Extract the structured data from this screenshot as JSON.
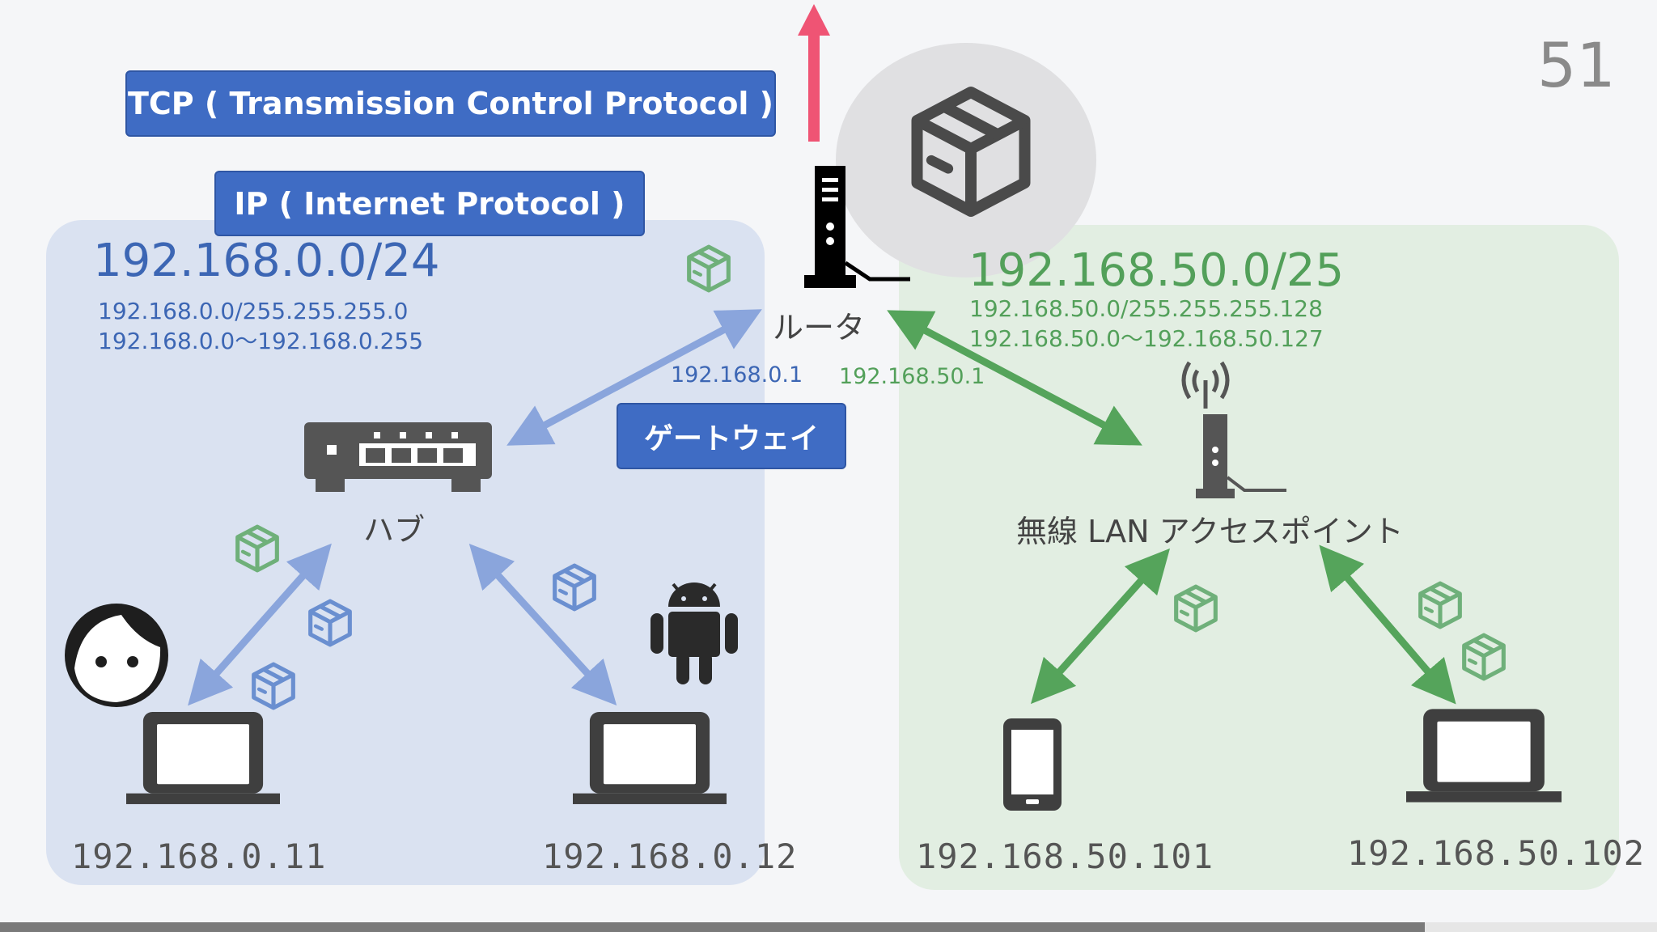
{
  "slide": {
    "page_number": "51",
    "progress": 0.86
  },
  "protocols": {
    "tcp_label": "TCP ( Transmission Control Protocol )",
    "ip_label": "IP ( Internet Protocol )"
  },
  "gateway": {
    "label": "ゲートウェイ"
  },
  "router": {
    "label": "ルータ",
    "ip_left": "192.168.0.1",
    "ip_right": "192.168.50.1"
  },
  "left_network": {
    "cidr": "192.168.0.0/24",
    "mask": "192.168.0.0/255.255.255.0",
    "range": "192.168.0.0～192.168.0.255",
    "hub_label": "ハブ",
    "hosts": [
      {
        "ip": "192.168.0.11",
        "device": "laptop",
        "user_icon": "person-face-icon"
      },
      {
        "ip": "192.168.0.12",
        "device": "laptop",
        "user_icon": "android-icon"
      }
    ]
  },
  "right_network": {
    "cidr": "192.168.50.0/25",
    "mask": "192.168.50.0/255.255.255.128",
    "range": "192.168.50.0～192.168.50.127",
    "ap_label": "無線 LAN アクセスポイント",
    "hosts": [
      {
        "ip": "192.168.50.101",
        "device": "smartphone"
      },
      {
        "ip": "192.168.50.102",
        "device": "laptop"
      }
    ]
  },
  "colors": {
    "left_bg": "#dae2f1",
    "right_bg": "#e2eee2",
    "blue_accent": "#3c66b4",
    "green_accent": "#53a05a",
    "blue_arrow": "#8aa5dc",
    "green_arrow": "#55a45b",
    "up_arrow": "#ef5474",
    "tag_bg": "#3f6cc4"
  },
  "icons": [
    "package-icon",
    "router-icon",
    "hub-icon",
    "wireless-ap-icon",
    "laptop-icon",
    "smartphone-icon",
    "person-face-icon",
    "android-icon"
  ]
}
